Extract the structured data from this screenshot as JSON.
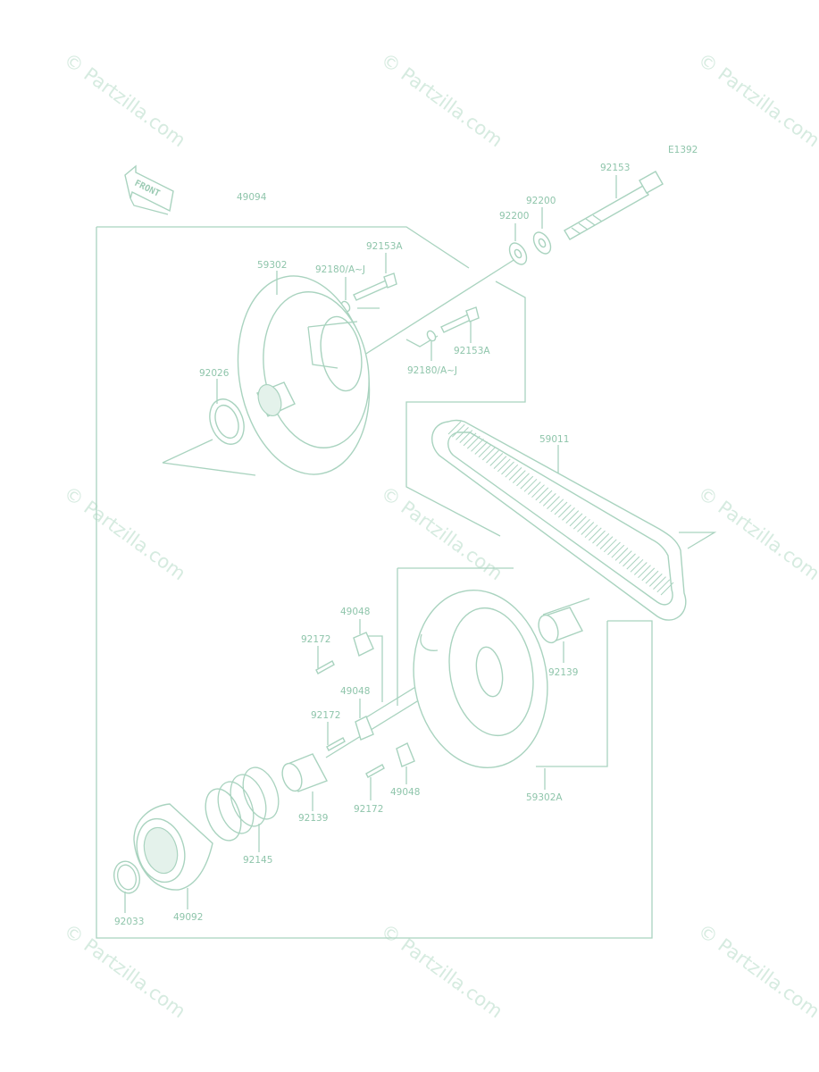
{
  "diagram_id": "E1392",
  "front_label": "FRONT",
  "watermark": "© Partzilla.com",
  "parts": {
    "p49094": "49094",
    "p92153": "92153",
    "p92200_a": "92200",
    "p92200_b": "92200",
    "p92153A_a": "92153A",
    "p92153A_b": "92153A",
    "p92180_a": "92180/A~J",
    "p92180_b": "92180/A~J",
    "p59302": "59302",
    "p92026": "92026",
    "p59011": "59011",
    "p49048_a": "49048",
    "p49048_b": "49048",
    "p49048_c": "49048",
    "p92172_a": "92172",
    "p92172_b": "92172",
    "p92172_c": "92172",
    "p92139_a": "92139",
    "p92139_b": "92139",
    "p59302A": "59302A",
    "p92145": "92145",
    "p92033": "92033",
    "p49092": "49092"
  },
  "colors": {
    "line": "#a9d3bf",
    "label": "#8fc5ab",
    "watermark": "#d6ebe0"
  }
}
